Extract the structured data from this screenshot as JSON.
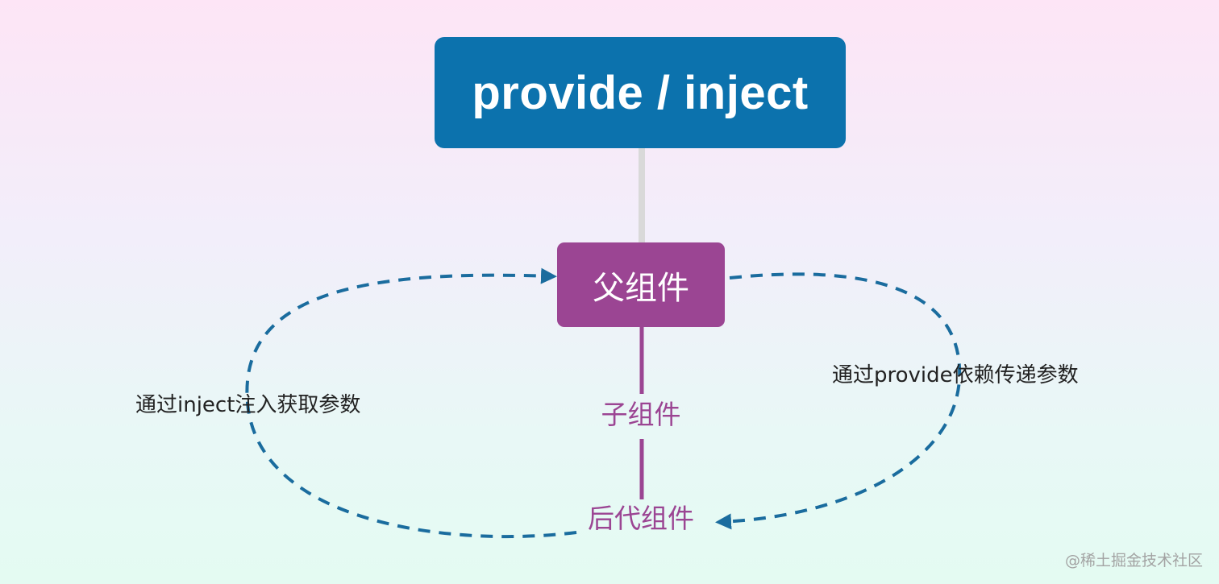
{
  "title": "provide / inject",
  "nodes": {
    "parent": "父组件",
    "child": "子组件",
    "descendant": "后代组件"
  },
  "edges": {
    "provide_label": "通过provide依赖传递参数",
    "inject_label": "通过inject注入获取参数"
  },
  "colors": {
    "title_bg": "#0c72ad",
    "parent_bg": "#9b4593",
    "node_text": "#9b4593",
    "arrow": "#1a6c9e",
    "connector": "#d9d9d9"
  },
  "watermark": "@稀土掘金技术社区"
}
